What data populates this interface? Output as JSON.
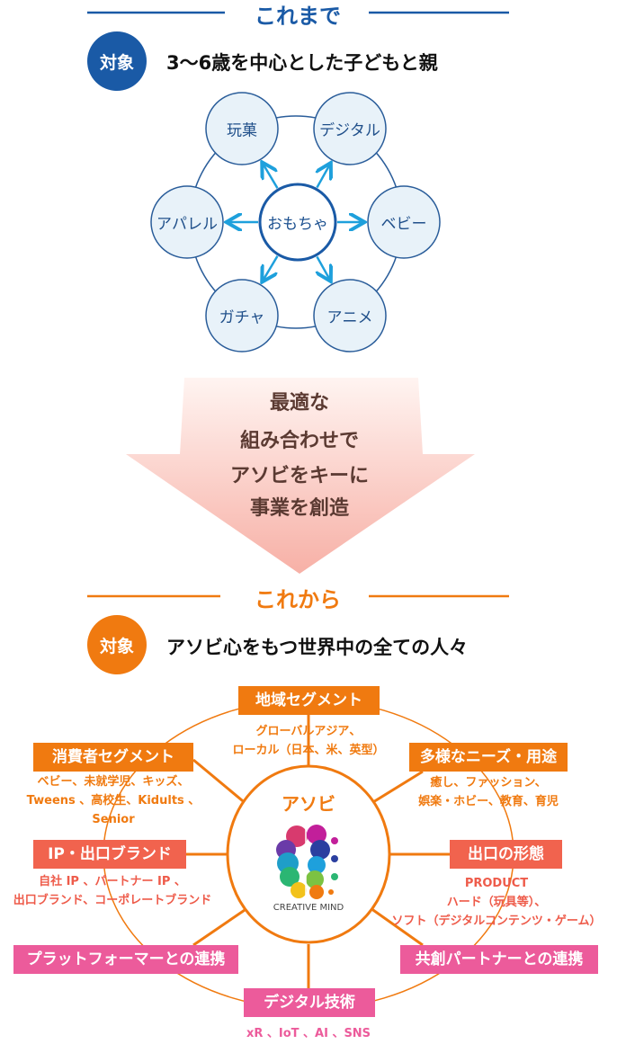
{
  "colors": {
    "blue": "#1a5aa6",
    "orange": "#f07a10",
    "coral": "#f1634e",
    "pink": "#ec5b9b",
    "cyan": "#1ea0dc"
  },
  "before": {
    "title": "これまで",
    "badge": "対象",
    "target": "3～6歳を中心とした子どもと親",
    "center": "おもちゃ",
    "nodes": [
      "玩菓",
      "デジタル",
      "アパレル",
      "ベビー",
      "ガチャ",
      "アニメ"
    ]
  },
  "arrow": {
    "lines": [
      "最適な",
      "組み合わせで",
      "アソビをキーに",
      "事業を創造"
    ]
  },
  "after": {
    "title": "これから",
    "badge": "対象",
    "target": "アソビ心をもつ世界中の全ての人々",
    "center": {
      "title": "アソビ",
      "logo_text": "CREATIVE MIND"
    },
    "boxes": [
      {
        "label": "地域セグメント",
        "lines": [
          "グローバルアジア、",
          "ローカル（日本、米、英型）"
        ]
      },
      {
        "label": "消費者セグメント",
        "lines": [
          "ベビー、未就学児、キッズ、",
          "Tweens 、高校生、Kidults 、",
          "Senior"
        ]
      },
      {
        "label": "多様なニーズ・用途",
        "lines": [
          "癒し、ファッション、",
          "娯楽・ホビー、教育、育児"
        ]
      },
      {
        "label": "IP・出口ブランド",
        "lines": [
          "自社 IP 、パートナー IP 、",
          "出口ブランド、コーポレートブランド"
        ]
      },
      {
        "label": "出口の形態",
        "lines": [
          "PRODUCT",
          "ハード（玩具等）、",
          "ソフト（デジタルコンテンツ・ゲーム）"
        ]
      },
      {
        "label": "プラットフォーマーとの連携",
        "lines": []
      },
      {
        "label": "共創パートナーとの連携",
        "lines": []
      },
      {
        "label": "デジタル技術",
        "lines": [
          "xR 、IoT 、AI 、SNS"
        ]
      }
    ]
  }
}
